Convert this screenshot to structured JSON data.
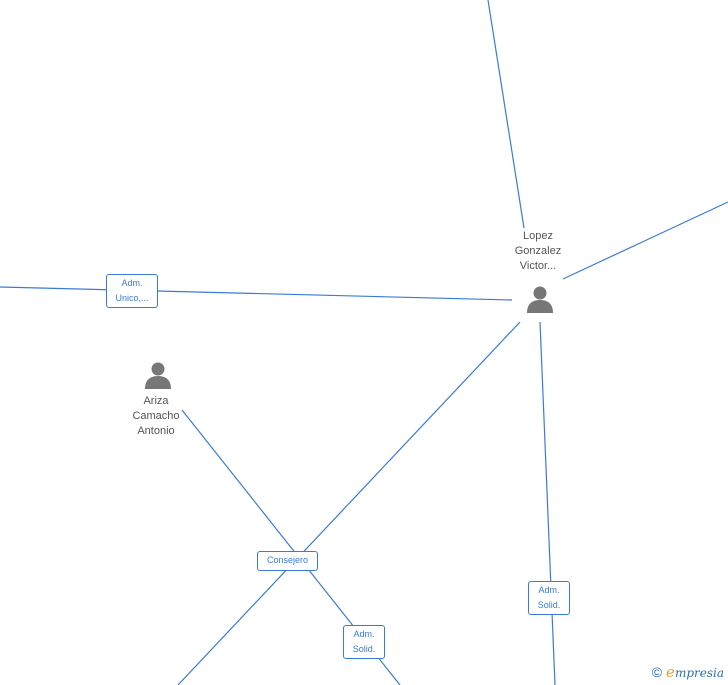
{
  "people": [
    {
      "id": "lopez",
      "lines": [
        "Lopez",
        "Gonzalez",
        "Victor..."
      ]
    },
    {
      "id": "ariza",
      "lines": [
        "Ariza",
        "Camacho",
        "Antonio"
      ]
    }
  ],
  "roles": {
    "adm_unico": [
      "Adm.",
      "Unico,..."
    ],
    "consejero": [
      "Consejero"
    ],
    "adm_solid_center": [
      "Adm.",
      "Solid."
    ],
    "adm_solid_right": [
      "Adm.",
      "Solid."
    ]
  },
  "footer": {
    "copyright_symbol": "©",
    "brand_initial": "e",
    "brand_rest": "mpresia"
  },
  "colors": {
    "edge": "#3a7bd5",
    "person_icon": "#777777",
    "brand_accent": "#f0a020"
  }
}
